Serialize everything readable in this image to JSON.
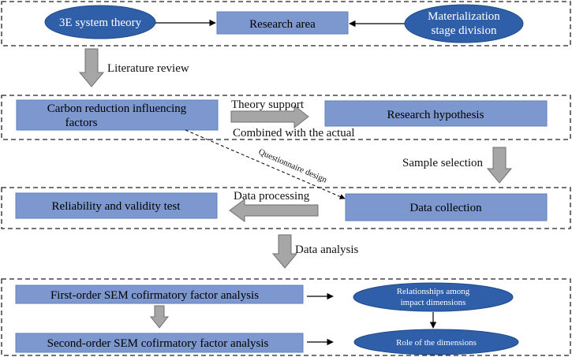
{
  "colors": {
    "box_fill": "#7c98cf",
    "box_stroke": "#5f7fbf",
    "ellipse_fill": "#2e5fa8",
    "ellipse_stroke": "#1f4a8a",
    "gray_arrow": "#a6a6a6",
    "gray_arrow_stroke": "#6f6f6f",
    "dashed_frame": "#222222",
    "line": "#000000"
  },
  "nodes": {
    "theory": "3E system theory",
    "research_area": "Research area",
    "materialization_1": "Materialization",
    "materialization_2": "stage division",
    "carbon_1": "Carbon reduction influencing",
    "carbon_2": "factors",
    "hypothesis": "Research hypothesis",
    "reliability": "Reliability and validity test",
    "data_collection": "Data collection",
    "first_order": "First-order SEM cofirmatory factor analysis",
    "second_order": "Second-order SEM cofirmatory factor analysis",
    "relationships_1": "Relationships among",
    "relationships_2": "impact dimensions",
    "role": "Role of the dimensions"
  },
  "edges": {
    "literature_review": "Literature review",
    "theory_support": "Theory support",
    "combined_actual": "Combined with the actual",
    "questionnaire_design": "Questionnaire design",
    "sample_selection": "Sample selection",
    "data_processing": "Data processing",
    "data_analysis": "Data analysis"
  }
}
